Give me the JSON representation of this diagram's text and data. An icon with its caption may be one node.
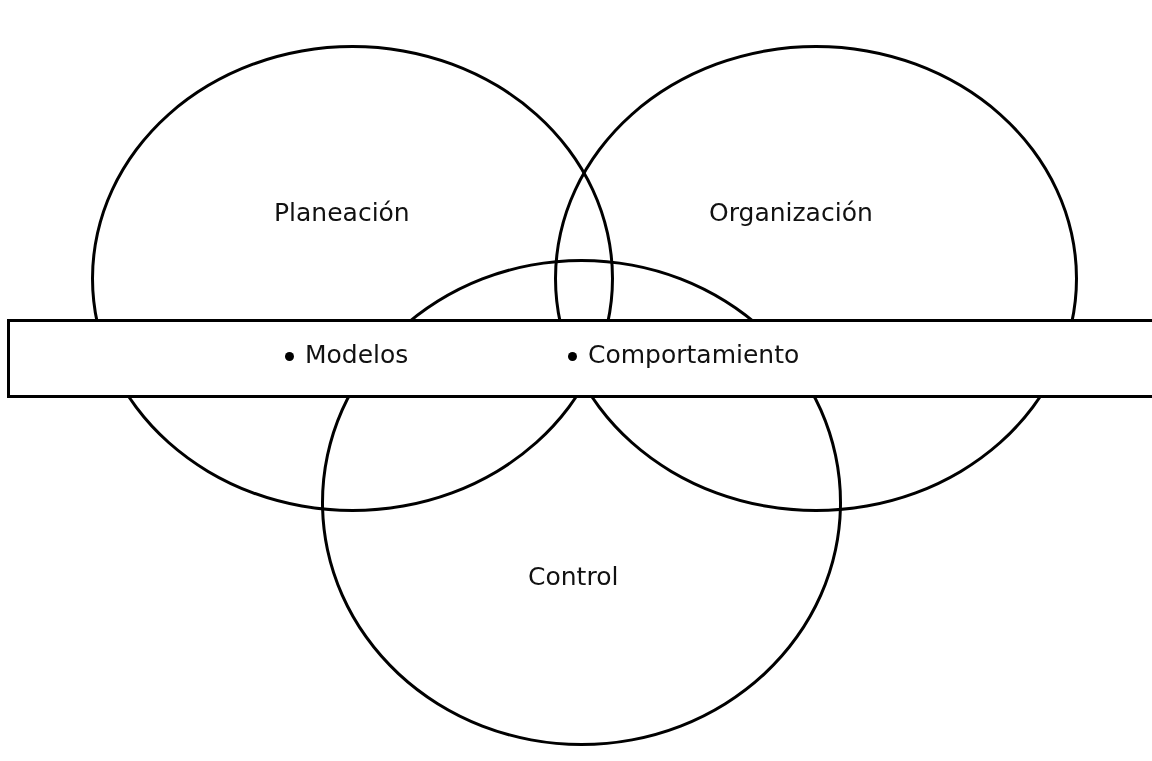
{
  "diagram": {
    "nodes": [
      {
        "text": [
          "Planeación"
        ]
      },
      {
        "text": [
          "Organización"
        ]
      },
      {
        "text": [
          "Modelos",
          "Comportamiento"
        ]
      },
      {
        "text": [
          "Control"
        ]
      }
    ]
  }
}
